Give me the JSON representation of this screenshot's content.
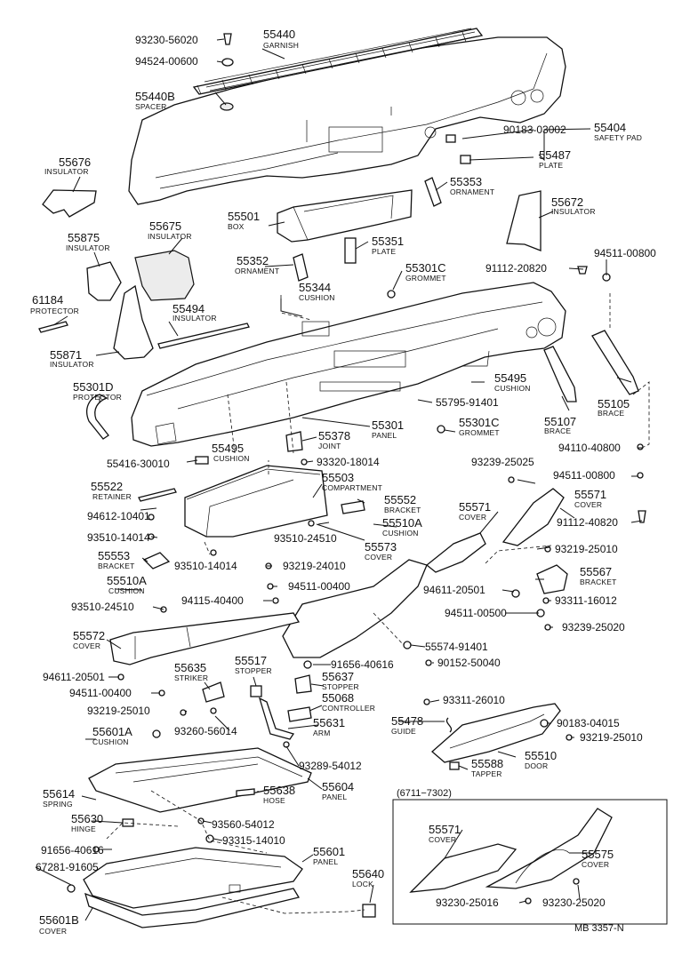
{
  "parts": [
    {
      "id": "l1",
      "number": "93230-56020",
      "name": ""
    },
    {
      "id": "l2",
      "number": "55440",
      "name": "GARNISH"
    },
    {
      "id": "l3",
      "number": "94524-00600",
      "name": ""
    },
    {
      "id": "l4",
      "number": "55440B",
      "name": "SPACER"
    },
    {
      "id": "l5",
      "number": "90183-03002",
      "name": ""
    },
    {
      "id": "l6",
      "number": "55404",
      "name": "SAFETY PAD"
    },
    {
      "id": "l7",
      "number": "55487",
      "name": "PLATE"
    },
    {
      "id": "l8",
      "number": "55676",
      "name": "INSULATOR"
    },
    {
      "id": "l9",
      "number": "55353",
      "name": "ORNAMENT"
    },
    {
      "id": "l10",
      "number": "55672",
      "name": "INSULATOR"
    },
    {
      "id": "l11",
      "number": "55501",
      "name": "BOX"
    },
    {
      "id": "l12",
      "number": "55675",
      "name": "INSULATOR"
    },
    {
      "id": "l13",
      "number": "55875",
      "name": "INSULATOR"
    },
    {
      "id": "l14",
      "number": "55351",
      "name": "PLATE"
    },
    {
      "id": "l15",
      "number": "94511-00800",
      "name": ""
    },
    {
      "id": "l16",
      "number": "55352",
      "name": "ORNAMENT"
    },
    {
      "id": "l17",
      "number": "55301C",
      "name": "GROMMET"
    },
    {
      "id": "l18",
      "number": "91112-20820",
      "name": ""
    },
    {
      "id": "l19",
      "number": "61184",
      "name": "PROTECTOR"
    },
    {
      "id": "l20",
      "number": "55344",
      "name": "CUSHION"
    },
    {
      "id": "l21",
      "number": "55494",
      "name": "INSULATOR"
    },
    {
      "id": "l22",
      "number": "55871",
      "name": "INSULATOR"
    },
    {
      "id": "l23",
      "number": "55495",
      "name": "CUSHION"
    },
    {
      "id": "l24",
      "number": "55301D",
      "name": "PROTECTOR"
    },
    {
      "id": "l25",
      "number": "55795-91401",
      "name": ""
    },
    {
      "id": "l26",
      "number": "55105",
      "name": "BRACE"
    },
    {
      "id": "l27",
      "number": "55107",
      "name": "BRACE"
    },
    {
      "id": "l28",
      "number": "55301",
      "name": "PANEL"
    },
    {
      "id": "l29",
      "number": "55301C",
      "name": "GROMMET"
    },
    {
      "id": "l30",
      "number": "55378",
      "name": "JOINT"
    },
    {
      "id": "l31",
      "number": "55495",
      "name": "CUSHION"
    },
    {
      "id": "l32",
      "number": "94110-40800",
      "name": ""
    },
    {
      "id": "l33",
      "number": "55416-30010",
      "name": ""
    },
    {
      "id": "l34",
      "number": "93320-18014",
      "name": ""
    },
    {
      "id": "l35",
      "number": "93239-25025",
      "name": ""
    },
    {
      "id": "l36",
      "number": "94511-00800",
      "name": ""
    },
    {
      "id": "l37",
      "number": "55503",
      "name": "COMPARTMENT"
    },
    {
      "id": "l38",
      "number": "55522",
      "name": "RETAINER"
    },
    {
      "id": "l39",
      "number": "55571",
      "name": "COVER"
    },
    {
      "id": "l40",
      "number": "55552",
      "name": "BRACKET"
    },
    {
      "id": "l41",
      "number": "55571",
      "name": "COVER"
    },
    {
      "id": "l42",
      "number": "94612-10401",
      "name": ""
    },
    {
      "id": "l43",
      "number": "91112-40820",
      "name": ""
    },
    {
      "id": "l44",
      "number": "55510A",
      "name": "CUSHION"
    },
    {
      "id": "l45",
      "number": "93510-14014",
      "name": ""
    },
    {
      "id": "l46",
      "number": "93510-24510",
      "name": ""
    },
    {
      "id": "l47",
      "number": "55573",
      "name": "COVER"
    },
    {
      "id": "l48",
      "number": "93219-25010",
      "name": ""
    },
    {
      "id": "l49",
      "number": "55553",
      "name": "BRACKET"
    },
    {
      "id": "l50",
      "number": "93510-14014",
      "name": ""
    },
    {
      "id": "l51",
      "number": "93219-24010",
      "name": ""
    },
    {
      "id": "l52",
      "number": "55567",
      "name": "BRACKET"
    },
    {
      "id": "l53",
      "number": "55510A",
      "name": "CUSHION"
    },
    {
      "id": "l54",
      "number": "94511-00400",
      "name": ""
    },
    {
      "id": "l55",
      "number": "94611-20501",
      "name": ""
    },
    {
      "id": "l56",
      "number": "93311-16012",
      "name": ""
    },
    {
      "id": "l57",
      "number": "93510-24510",
      "name": ""
    },
    {
      "id": "l58",
      "number": "94115-40400",
      "name": ""
    },
    {
      "id": "l59",
      "number": "94511-00500",
      "name": ""
    },
    {
      "id": "l60",
      "number": "93239-25020",
      "name": ""
    },
    {
      "id": "l61",
      "number": "55572",
      "name": "COVER"
    },
    {
      "id": "l62",
      "number": "55574-91401",
      "name": ""
    },
    {
      "id": "l63",
      "number": "94611-20501",
      "name": ""
    },
    {
      "id": "l64",
      "number": "91656-40616",
      "name": ""
    },
    {
      "id": "l65",
      "number": "90152-50040",
      "name": ""
    },
    {
      "id": "l66",
      "number": "55635",
      "name": "STRIKER"
    },
    {
      "id": "l67",
      "number": "55517",
      "name": "STOPPER"
    },
    {
      "id": "l68",
      "number": "55637",
      "name": "STOPPER"
    },
    {
      "id": "l69",
      "number": "94511-00400",
      "name": ""
    },
    {
      "id": "l70",
      "number": "55068",
      "name": "CONTROLLER"
    },
    {
      "id": "l71",
      "number": "93311-26010",
      "name": ""
    },
    {
      "id": "l72",
      "number": "93219-25010",
      "name": ""
    },
    {
      "id": "l73",
      "number": "55478",
      "name": "GUIDE"
    },
    {
      "id": "l74",
      "number": "90183-04015",
      "name": ""
    },
    {
      "id": "l75",
      "number": "55631",
      "name": "ARM"
    },
    {
      "id": "l76",
      "number": "55601A",
      "name": "CUSHION"
    },
    {
      "id": "l77",
      "number": "93260-56014",
      "name": ""
    },
    {
      "id": "l78",
      "number": "93219-25010",
      "name": ""
    },
    {
      "id": "l79",
      "number": "55510",
      "name": "DOOR"
    },
    {
      "id": "l80",
      "number": "93289-54012",
      "name": ""
    },
    {
      "id": "l81",
      "number": "55588",
      "name": "TAPPER"
    },
    {
      "id": "l82",
      "number": "55614",
      "name": "SPRING"
    },
    {
      "id": "l83",
      "number": "55638",
      "name": "HOSE"
    },
    {
      "id": "l84",
      "number": "55604",
      "name": "PANEL"
    },
    {
      "id": "l85",
      "number": "55630",
      "name": "HINGE"
    },
    {
      "id": "l86",
      "number": "93560-54012",
      "name": ""
    },
    {
      "id": "l87",
      "number": "93315-14010",
      "name": ""
    },
    {
      "id": "l88",
      "number": "91656-40616",
      "name": ""
    },
    {
      "id": "l89",
      "number": "55601",
      "name": "PANEL"
    },
    {
      "id": "l90",
      "number": "67281-91605",
      "name": ""
    },
    {
      "id": "l91",
      "number": "55640",
      "name": "LOCK"
    },
    {
      "id": "l92",
      "number": "55601B",
      "name": "COVER"
    },
    {
      "id": "l93",
      "number": "55571",
      "name": "COVER"
    },
    {
      "id": "l94",
      "number": "55575",
      "name": "COVER"
    },
    {
      "id": "l95",
      "number": "93230-25016",
      "name": ""
    },
    {
      "id": "l96",
      "number": "93230-25020",
      "name": ""
    }
  ],
  "inset_label": "(6711−7302)",
  "reference_code": "MB 3357-N"
}
